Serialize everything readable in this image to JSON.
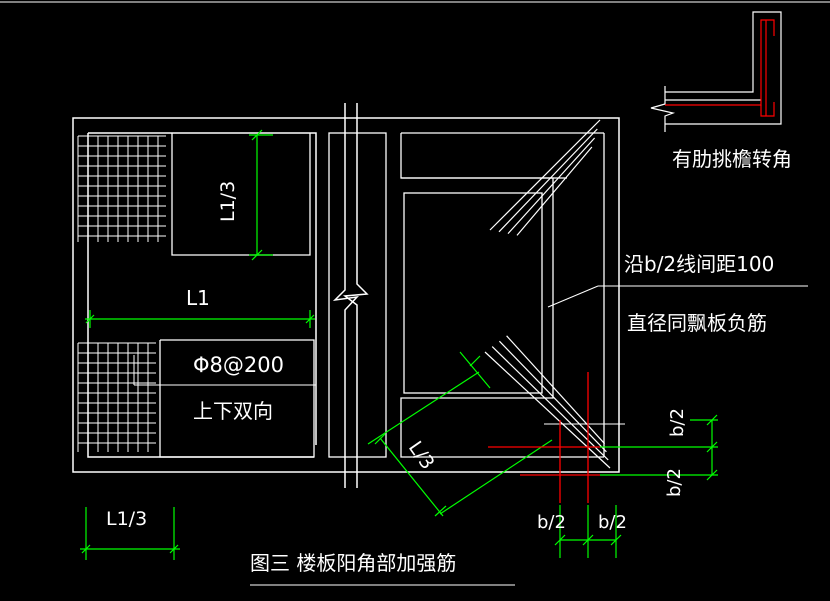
{
  "colors": {
    "background": "#000000",
    "linework": "#ffffff",
    "dimension": "#00ff00",
    "edge_steel": "#ff0000"
  },
  "labels": {
    "inset_caption": "有肋挑檐转角",
    "spacing_note": "沿b/2线间距100",
    "diameter_note": "直径同飘板负筋",
    "mesh_spec": "Φ8@200",
    "mesh_direction": "上下双向",
    "figure_title": "图三  楼板阳角部加强筋"
  },
  "dimensions": {
    "dim_L1_third_vertical": "L1/3",
    "dim_L1": "L1",
    "dim_L1_third_bottom": "L1/3",
    "dim_diagonal": "L/3",
    "dim_b2_upper": "b/2",
    "dim_b2_lower": "b/2",
    "dim_b2_left": "b/2",
    "dim_b2_right": "b/2"
  }
}
